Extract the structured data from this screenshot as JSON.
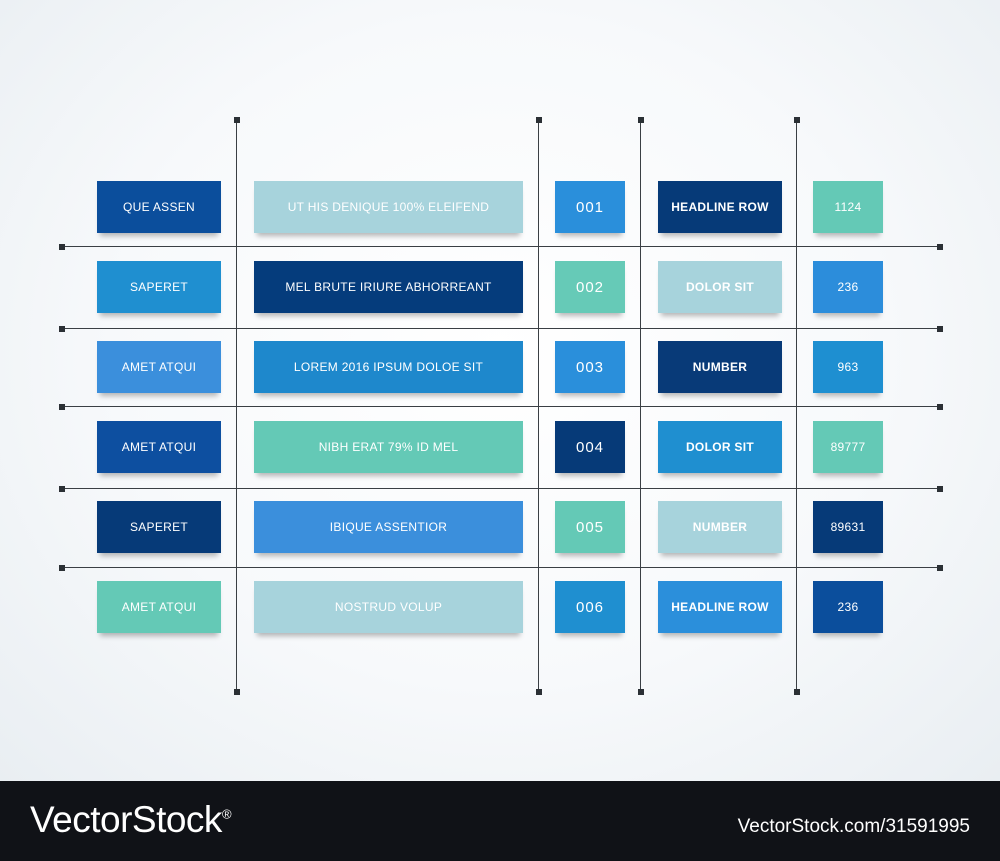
{
  "colors": {
    "dark_blue": "#0b3f7e",
    "mid_blue": "#1f7fc9",
    "light_blue": "#3b8edc",
    "teal": "#62c8b5",
    "pale_blue": "#a6d2dc",
    "navy": "#003878"
  },
  "table": {
    "rows": [
      [
        {
          "text": "QUE ASSEN",
          "color": "#0b4e9c"
        },
        {
          "text": "UT HIS DENIQUE 100% ELEIFEND",
          "color": "#a7d3dc"
        },
        {
          "text": "001",
          "color": "#2a8fdb"
        },
        {
          "text": "HEADLINE ROW",
          "color": "#063a78"
        },
        {
          "text": "1124",
          "color": "#64c9b6"
        }
      ],
      [
        {
          "text": "SAPERET",
          "color": "#1f8fd0"
        },
        {
          "text": "MEL BRUTE IRIURE ABHORREANT",
          "color": "#053c7c"
        },
        {
          "text": "002",
          "color": "#66cab7"
        },
        {
          "text": "DOLOR SIT",
          "color": "#a7d3dc"
        },
        {
          "text": "236",
          "color": "#2c8ddb"
        }
      ],
      [
        {
          "text": "AMET ATQUI",
          "color": "#3b8fdc"
        },
        {
          "text": "LOREM 2016 IPSUM DOLOE SIT",
          "color": "#1e88cc"
        },
        {
          "text": "003",
          "color": "#2a8fdb"
        },
        {
          "text": "NUMBER",
          "color": "#083a78"
        },
        {
          "text": "963",
          "color": "#1e8fd1"
        }
      ],
      [
        {
          "text": "AMET ATQUI",
          "color": "#0d4fa0"
        },
        {
          "text": "NIBH ERAT 79% ID MEL",
          "color": "#64c9b6"
        },
        {
          "text": "004",
          "color": "#063a78"
        },
        {
          "text": "DOLOR SIT",
          "color": "#1f8fd0"
        },
        {
          "text": "89777",
          "color": "#64c9b6"
        }
      ],
      [
        {
          "text": "SAPERET",
          "color": "#063a78"
        },
        {
          "text": "IBIQUE ASSENTIOR",
          "color": "#3b8fdc"
        },
        {
          "text": "005",
          "color": "#64c9b6"
        },
        {
          "text": "NUMBER",
          "color": "#a7d3dc"
        },
        {
          "text": "89631",
          "color": "#063a78"
        }
      ],
      [
        {
          "text": "AMET ATQUI",
          "color": "#64c9b6"
        },
        {
          "text": "NOSTRUD VOLUP",
          "color": "#a7d3dc"
        },
        {
          "text": "006",
          "color": "#1f8fd0"
        },
        {
          "text": "HEADLINE ROW",
          "color": "#2b8fdb"
        },
        {
          "text": "236",
          "color": "#0b4e9c"
        }
      ]
    ]
  },
  "footer": {
    "brand": "VectorStock",
    "brand_mark": "®",
    "stock_id": "VectorStock.com/31591995"
  }
}
